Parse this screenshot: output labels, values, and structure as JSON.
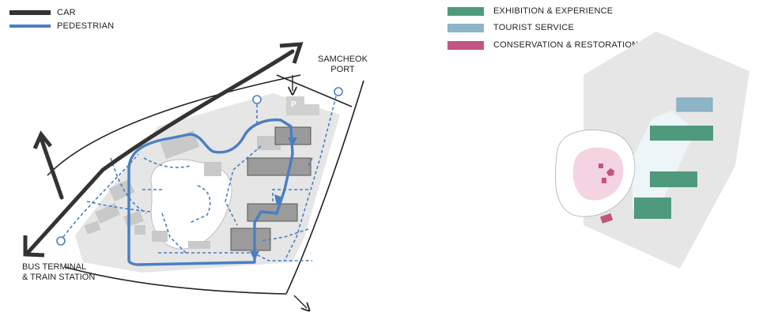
{
  "legend_left": {
    "car": {
      "label": "CAR",
      "color": "#333333"
    },
    "pedestrian": {
      "label": "PEDESTRIAN",
      "color": "#4a7fc1"
    }
  },
  "legend_right": {
    "exhibition": {
      "label": "EXHIBITION & EXPERIENCE",
      "color": "#4f9a7d"
    },
    "tourist": {
      "label": "TOURIST SERVICE",
      "color": "#8eb4c8"
    },
    "conservation": {
      "label": "CONSERVATION & RESTORATION",
      "color": "#c25582"
    }
  },
  "places": {
    "port_line1": "SAMCHEOK",
    "port_line2": "PORT",
    "terminal_line1": "BUS TERMINAL",
    "terminal_line2": "& TRAIN STATION",
    "parking": "P"
  }
}
